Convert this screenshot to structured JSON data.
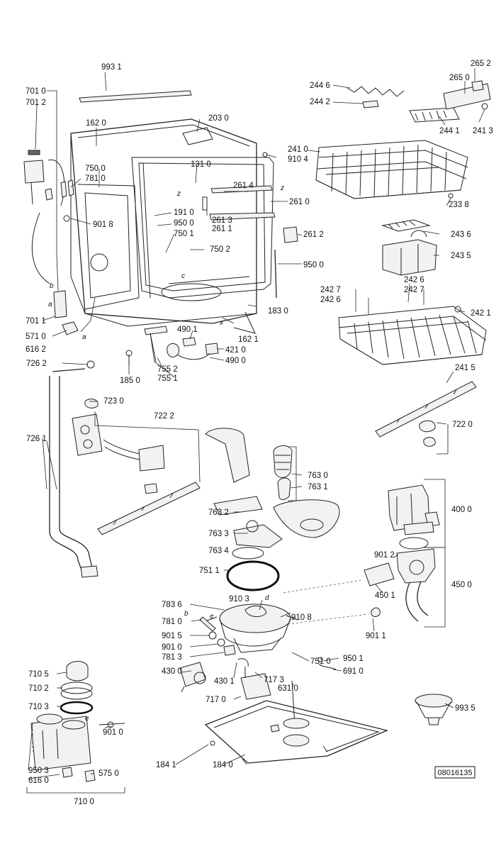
{
  "labels": {
    "l9931": "993 1",
    "l7010": "701 0",
    "l7012": "701 2",
    "l1620": "162 0",
    "l2030": "203 0",
    "l2446": "244 6",
    "l2442": "244 2",
    "l2652": "265 2",
    "l2650": "265 0",
    "l2441": "244 1",
    "l2413": "241 3",
    "l2410": "241 0",
    "l9104": "910 4",
    "l7500": "750 0",
    "l7810": "781 0",
    "l1310": "131 0",
    "l2614": "261 4",
    "l2610": "261 0",
    "l2338": "233 8",
    "l9018": "901 8",
    "l1910": "191 0",
    "l9500a": "950 0",
    "l2613": "261 3",
    "l2611": "261 1",
    "l2612": "261 2",
    "l7501": "750 1",
    "l7502": "750 2",
    "l2436": "243 6",
    "l2435": "243 5",
    "l9500b": "950 0",
    "l2427a": "242 7",
    "l2426a": "242 6",
    "l2426b": "242 6",
    "l2427b": "242 7",
    "l2421": "242 1",
    "l7011": "701 1",
    "l1830": "183 0",
    "l5710": "571 0",
    "l6162": "616 2",
    "l4901": "490 1",
    "l1621": "162 1",
    "l4210": "421 0",
    "l4900": "490 0",
    "l7262": "726 2",
    "l1850": "185 0",
    "l7552": "755 2",
    "l7551": "755 1",
    "l2415": "241 5",
    "l7230": "723 0",
    "l7222": "722 2",
    "l7261": "726 1",
    "l7220": "722 0",
    "l7630": "763 0",
    "l7631": "763 1",
    "l7632": "763 2",
    "l4000": "400 0",
    "l7633": "763 3",
    "l7634": "763 4",
    "l9012": "901 2",
    "l7511": "751 1",
    "l4501": "450 1",
    "l4500": "450 0",
    "l7836": "783 6",
    "l9103": "910 3",
    "l9108": "910 8",
    "l7810b": "781 0",
    "l9011": "901 1",
    "l9015": "901 5",
    "l9010a": "901 0",
    "l7813": "781 3",
    "l7510": "751 0",
    "l9501": "950 1",
    "l4300": "430 0",
    "l4301": "430 1",
    "l7173": "717 3",
    "l6910": "691 0",
    "l7105": "710 5",
    "l6310": "631 0",
    "l7102": "710 2",
    "l7170": "717 0",
    "l7103": "710 3",
    "l9935": "993 5",
    "l9010b": "901 0",
    "l9503": "950 3",
    "l5750": "575 0",
    "l6160": "616 0",
    "l1841": "184 1",
    "l1840": "184 0",
    "l7100": "710 0"
  },
  "letters": {
    "b1": "b",
    "a1": "a",
    "a2": "a",
    "c1": "c",
    "x1": "x",
    "z1": "z",
    "z2": "z",
    "b2": "b",
    "e1": "e",
    "d1": "d",
    "e2": "e"
  },
  "reference_number": "08016135"
}
